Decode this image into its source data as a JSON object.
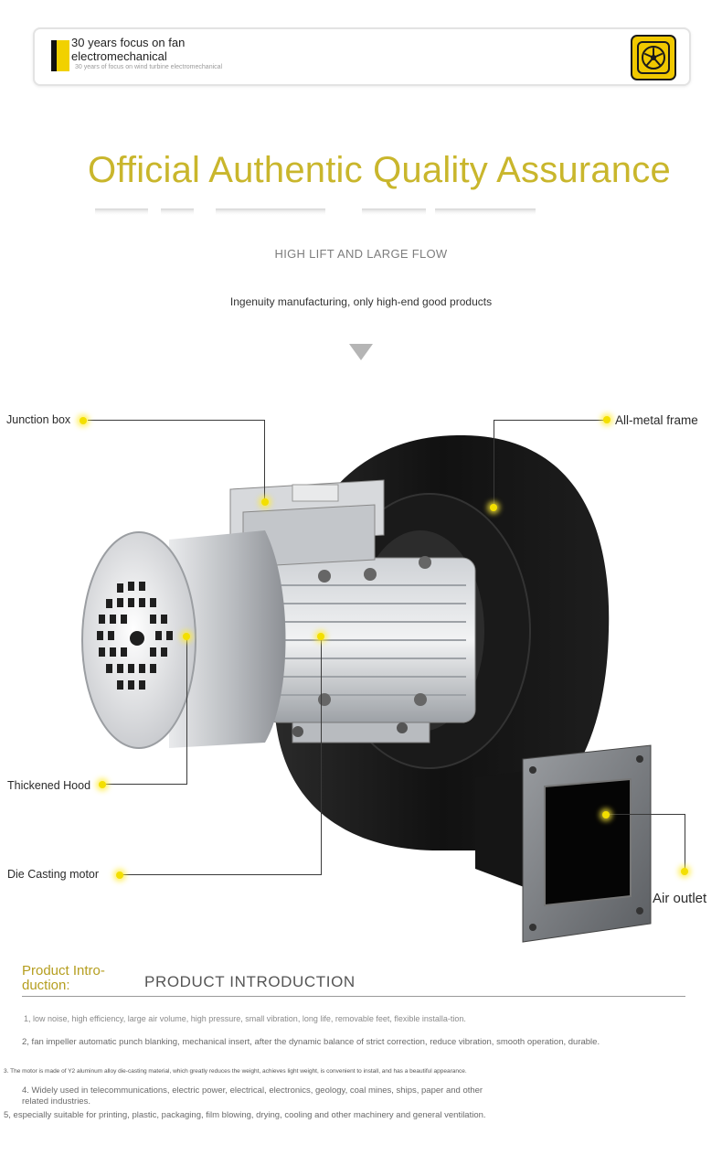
{
  "header": {
    "title": "30 years focus on fan electromechanical",
    "subtitle": "30 years of focus on wind turbine electromechanical",
    "logo_icon": "fan-logo-icon"
  },
  "hero": {
    "title": "Official Authentic Quality Assurance",
    "subtitle": "HIGH LIFT AND LARGE FLOW",
    "tagline": "Ingenuity manufacturing, only high-end good products"
  },
  "callouts": {
    "junction_box": "Junction box",
    "all_metal_frame": "All-metal frame",
    "thickened_hood": "Thickened Hood",
    "die_casting_motor": "Die Casting motor",
    "air_outlet": "Air outlet"
  },
  "intro": {
    "label_line1": "Product Intro-",
    "label_line2": "duction:",
    "heading": "PRODUCT INTRODUCTION",
    "items": [
      "1, low noise, high efficiency, large air volume, high pressure, small vibration, long life, removable feet, flexible installa-tion.",
      "2, fan impeller automatic punch blanking, mechanical insert, after the dynamic balance of strict correction, reduce vibration, smooth operation, durable.",
      "3. The motor is made of Y2 aluminum alloy die-casting material, which greatly reduces the weight, achieves light weight, is convenient to install, and has a beautiful appearance.",
      "4. Widely used in telecommunications, electric power, electrical, electronics, geology, coal mines, ships, paper and other related industries.",
      "5, especially suitable for printing, plastic, packaging, film blowing, drying, cooling and other machinery and general ventilation."
    ]
  },
  "colors": {
    "accent_gold": "#c9b62c",
    "marker_yellow": "#f3df00",
    "brand_yellow": "#f1d100"
  }
}
